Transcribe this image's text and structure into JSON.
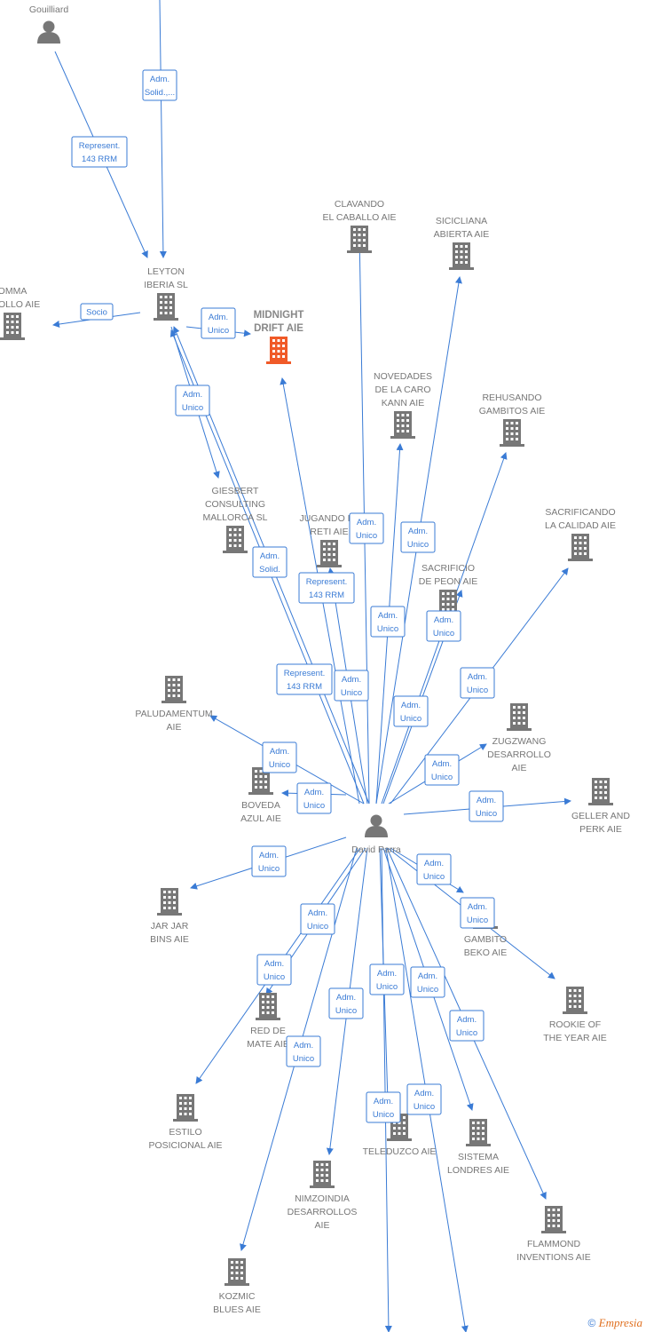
{
  "colors": {
    "edge": "#3a7bd5",
    "node": "#777777",
    "highlight": "#f05a28"
  },
  "nodes": [
    {
      "id": "gouilliard",
      "type": "person",
      "lines": [
        "Gouilliard"
      ]
    },
    {
      "id": "david",
      "type": "person",
      "lines": [
        "David Parra"
      ]
    },
    {
      "id": "leyton",
      "type": "company",
      "lines": [
        "LEYTON",
        "IBERIA  SL"
      ]
    },
    {
      "id": "comma",
      "type": "company",
      "lines": [
        "OMMA",
        "RROLLO AIE"
      ]
    },
    {
      "id": "midnight",
      "type": "company",
      "highlight": true,
      "lines": [
        "MIDNIGHT",
        "DRIFT  AIE"
      ]
    },
    {
      "id": "clavando",
      "type": "company",
      "lines": [
        "CLAVANDO",
        "EL CABALLO  AIE"
      ]
    },
    {
      "id": "sicicliana",
      "type": "company",
      "lines": [
        "SICICLIANA",
        "ABIERTA  AIE"
      ]
    },
    {
      "id": "novedades",
      "type": "company",
      "lines": [
        "NOVEDADES",
        "DE LA CARO",
        "KANN  AIE"
      ]
    },
    {
      "id": "rehusando",
      "type": "company",
      "lines": [
        "REHUSANDO",
        "GAMBITOS  AIE"
      ]
    },
    {
      "id": "giesbert",
      "type": "company",
      "lines": [
        "GIESBERT",
        "CONSULTING",
        "MALLORCA  SL"
      ]
    },
    {
      "id": "jugando",
      "type": "company",
      "lines": [
        "JUGANDO LA",
        "RETI  AIE"
      ]
    },
    {
      "id": "sacrificando",
      "type": "company",
      "lines": [
        "SACRIFICANDO",
        "LA CALIDAD  AIE"
      ]
    },
    {
      "id": "sacrificio",
      "type": "company",
      "lines": [
        "SACRIFICIO",
        "DE PEON  AIE"
      ]
    },
    {
      "id": "paludamentum",
      "type": "company",
      "lines": [
        "PALUDAMENTUM",
        "AIE"
      ]
    },
    {
      "id": "zugzwang",
      "type": "company",
      "lines": [
        "ZUGZWANG",
        "DESARROLLO",
        "AIE"
      ]
    },
    {
      "id": "boveda",
      "type": "company",
      "lines": [
        "BOVEDA",
        "AZUL  AIE"
      ]
    },
    {
      "id": "geller",
      "type": "company",
      "lines": [
        "GELLER AND",
        "PERK  AIE"
      ]
    },
    {
      "id": "jarjar",
      "type": "company",
      "lines": [
        "JAR JAR",
        "BINS  AIE"
      ]
    },
    {
      "id": "gambito",
      "type": "company",
      "lines": [
        "GAMBITO",
        "BEKO  AIE"
      ]
    },
    {
      "id": "rookie",
      "type": "company",
      "lines": [
        "ROOKIE OF",
        "THE YEAR  AIE"
      ]
    },
    {
      "id": "redmate",
      "type": "company",
      "lines": [
        "RED DE",
        "MATE  AIE"
      ]
    },
    {
      "id": "estilo",
      "type": "company",
      "lines": [
        "ESTILO",
        "POSICIONAL  AIE"
      ]
    },
    {
      "id": "teleduzco",
      "type": "company",
      "lines": [
        "TELEDUZCO  AIE"
      ]
    },
    {
      "id": "sistema",
      "type": "company",
      "lines": [
        "SISTEMA",
        "LONDRES  AIE"
      ]
    },
    {
      "id": "nimzoindia",
      "type": "company",
      "lines": [
        "NIMZOINDIA",
        "DESARROLLOS",
        "AIE"
      ]
    },
    {
      "id": "flammond",
      "type": "company",
      "lines": [
        "FLAMMOND",
        "INVENTIONS  AIE"
      ]
    },
    {
      "id": "kozmic",
      "type": "company",
      "lines": [
        "KOZMIC",
        "BLUES  AIE"
      ]
    }
  ],
  "edges": [
    {
      "from": "top",
      "to": "leyton",
      "label": [
        "Adm.",
        "Solid.,..."
      ]
    },
    {
      "from": "gouilliard",
      "to": "leyton",
      "label": [
        "Represent.",
        "143 RRM"
      ]
    },
    {
      "from": "leyton",
      "to": "comma",
      "label": [
        "Socio"
      ]
    },
    {
      "from": "leyton",
      "to": "midnight",
      "label": [
        "Adm.",
        "Unico"
      ]
    },
    {
      "from": "leyton",
      "to": "giesbert",
      "label": [
        "Adm.",
        "Unico"
      ]
    },
    {
      "from": "david",
      "to": "leyton",
      "label": [
        "Adm.",
        "Solid."
      ]
    },
    {
      "from": "david",
      "to": "leyton",
      "label": [
        "Represent.",
        "143 RRM"
      ]
    },
    {
      "from": "david",
      "to": "midnight",
      "label": [
        "Represent.",
        "143 RRM"
      ]
    },
    {
      "from": "david",
      "to": "clavando",
      "label": [
        "Adm.",
        "Unico"
      ]
    },
    {
      "from": "david",
      "to": "sicicliana",
      "label": [
        "Adm.",
        "Unico"
      ]
    },
    {
      "from": "david",
      "to": "novedades",
      "label": [
        "Adm.",
        "Unico"
      ]
    },
    {
      "from": "david",
      "to": "rehusando",
      "label": [
        "Adm.",
        "Unico"
      ]
    },
    {
      "from": "david",
      "to": "jugando",
      "label": [
        "Adm.",
        "Unico"
      ]
    },
    {
      "from": "david",
      "to": "sacrificio",
      "label": [
        "Adm.",
        "Unico"
      ]
    },
    {
      "from": "david",
      "to": "sacrificando",
      "label": [
        "Adm.",
        "Unico"
      ]
    },
    {
      "from": "david",
      "to": "paludamentum",
      "label": [
        "Adm.",
        "Unico"
      ]
    },
    {
      "from": "david",
      "to": "zugzwang",
      "label": [
        "Adm.",
        "Unico"
      ]
    },
    {
      "from": "david",
      "to": "boveda",
      "label": [
        "Adm.",
        "Unico"
      ]
    },
    {
      "from": "david",
      "to": "geller",
      "label": [
        "Adm.",
        "Unico"
      ]
    },
    {
      "from": "david",
      "to": "jarjar",
      "label": [
        "Adm.",
        "Unico"
      ]
    },
    {
      "from": "david",
      "to": "gambito",
      "label": [
        "Adm.",
        "Unico"
      ]
    },
    {
      "from": "david",
      "to": "rookie",
      "label": [
        "Adm.",
        "Unico"
      ]
    },
    {
      "from": "david",
      "to": "redmate",
      "label": [
        "Adm.",
        "Unico"
      ]
    },
    {
      "from": "david",
      "to": "estilo",
      "label": [
        "Adm.",
        "Unico"
      ]
    },
    {
      "from": "david",
      "to": "teleduzco",
      "label": [
        "Adm.",
        "Unico"
      ]
    },
    {
      "from": "david",
      "to": "sistema",
      "label": [
        "Adm.",
        "Unico"
      ]
    },
    {
      "from": "david",
      "to": "nimzoindia",
      "label": [
        "Adm.",
        "Unico"
      ]
    },
    {
      "from": "david",
      "to": "flammond",
      "label": [
        "Adm.",
        "Unico"
      ]
    },
    {
      "from": "david",
      "to": "kozmic",
      "label": [
        "Adm.",
        "Unico"
      ]
    },
    {
      "from": "david",
      "to": "teleduzco",
      "label": [
        "Adm.",
        "Unico"
      ]
    },
    {
      "from": "david",
      "to": "sistema",
      "label": [
        "Adm.",
        "Unico"
      ]
    }
  ],
  "footer": {
    "copyright": "©",
    "brand": "mpresia",
    "brand_initial": "E"
  }
}
